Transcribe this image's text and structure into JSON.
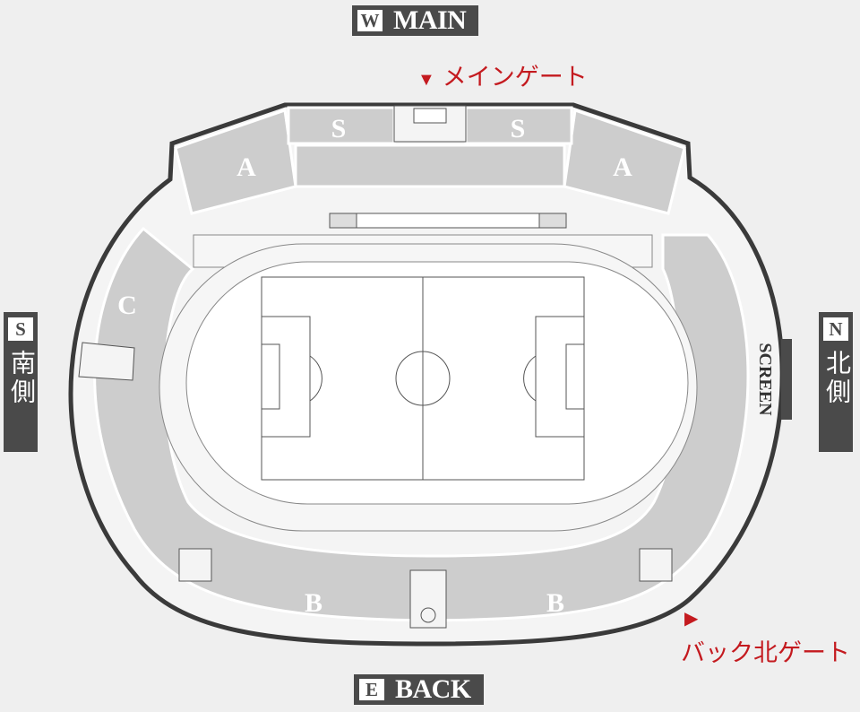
{
  "badges": {
    "top": {
      "letter": "W",
      "label": "MAIN"
    },
    "bottom": {
      "letter": "E",
      "label": "BACK"
    },
    "left": {
      "letter": "S",
      "label": "南側"
    },
    "right": {
      "letter": "N",
      "label": "北側"
    }
  },
  "gates": {
    "main": {
      "marker": "▼",
      "label": "メインゲート"
    },
    "back_north": {
      "marker": "▶",
      "label": "バック北ゲート"
    }
  },
  "sections": {
    "a_left": "A",
    "a_right": "A",
    "s_left": "S",
    "s_right": "S",
    "b_left": "B",
    "b_right": "B",
    "c": "C"
  },
  "screen_label": "SCREEN",
  "colors": {
    "background": "#efefef",
    "seat_block": "#cdcdcd",
    "outline": "#555555",
    "track": "#f6f6f6",
    "badge": "#4a4a4a",
    "gate_accent": "#c41a1f"
  }
}
